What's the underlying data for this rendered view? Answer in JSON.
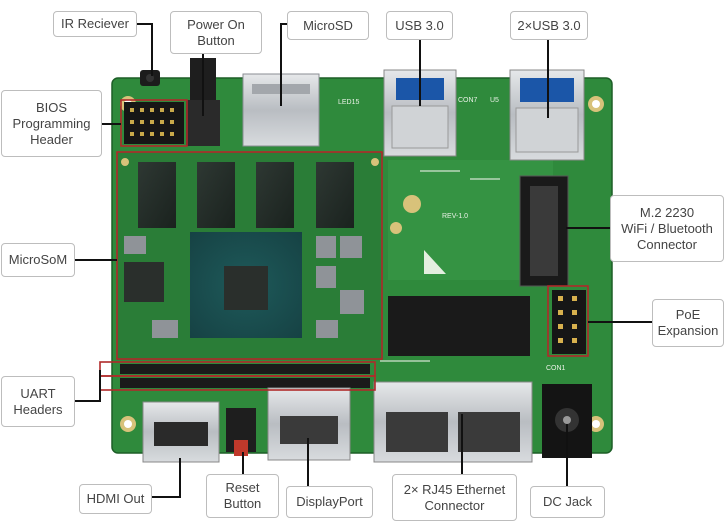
{
  "callouts": {
    "ir_receiver": "IR Reciever",
    "power_on_button": "Power On\nButton",
    "microsd": "MicroSD",
    "usb3": "USB 3.0",
    "dual_usb3": "2×USB 3.0",
    "bios_header": "BIOS\nProgramming\nHeader",
    "microsom": "MicroSoM",
    "m2_connector": "M.2 2230\nWiFi / Bluetooth\nConnector",
    "poe_expansion": "PoE\nExpansion",
    "uart_headers": "UART\nHeaders",
    "hdmi_out": "HDMI Out",
    "reset_button": "Reset\nButton",
    "displayport": "DisplayPort",
    "rj45_ethernet": "2× RJ45 Ethernet\nConnector",
    "dc_jack": "DC Jack"
  },
  "board_silkscreen": {
    "rev": "REV-1.0",
    "con7": "CON7",
    "u5": "U5",
    "led15": "LED15",
    "con1": "CON1"
  },
  "colors": {
    "pcb_green": "#2f8a3c",
    "pcb_dark": "#1f6a2a",
    "highlight_red": "#b02a2a",
    "callout_border": "#bdbdbd",
    "callout_text": "#444444",
    "metal": "#c9ccd0",
    "chip": "#26302b"
  }
}
